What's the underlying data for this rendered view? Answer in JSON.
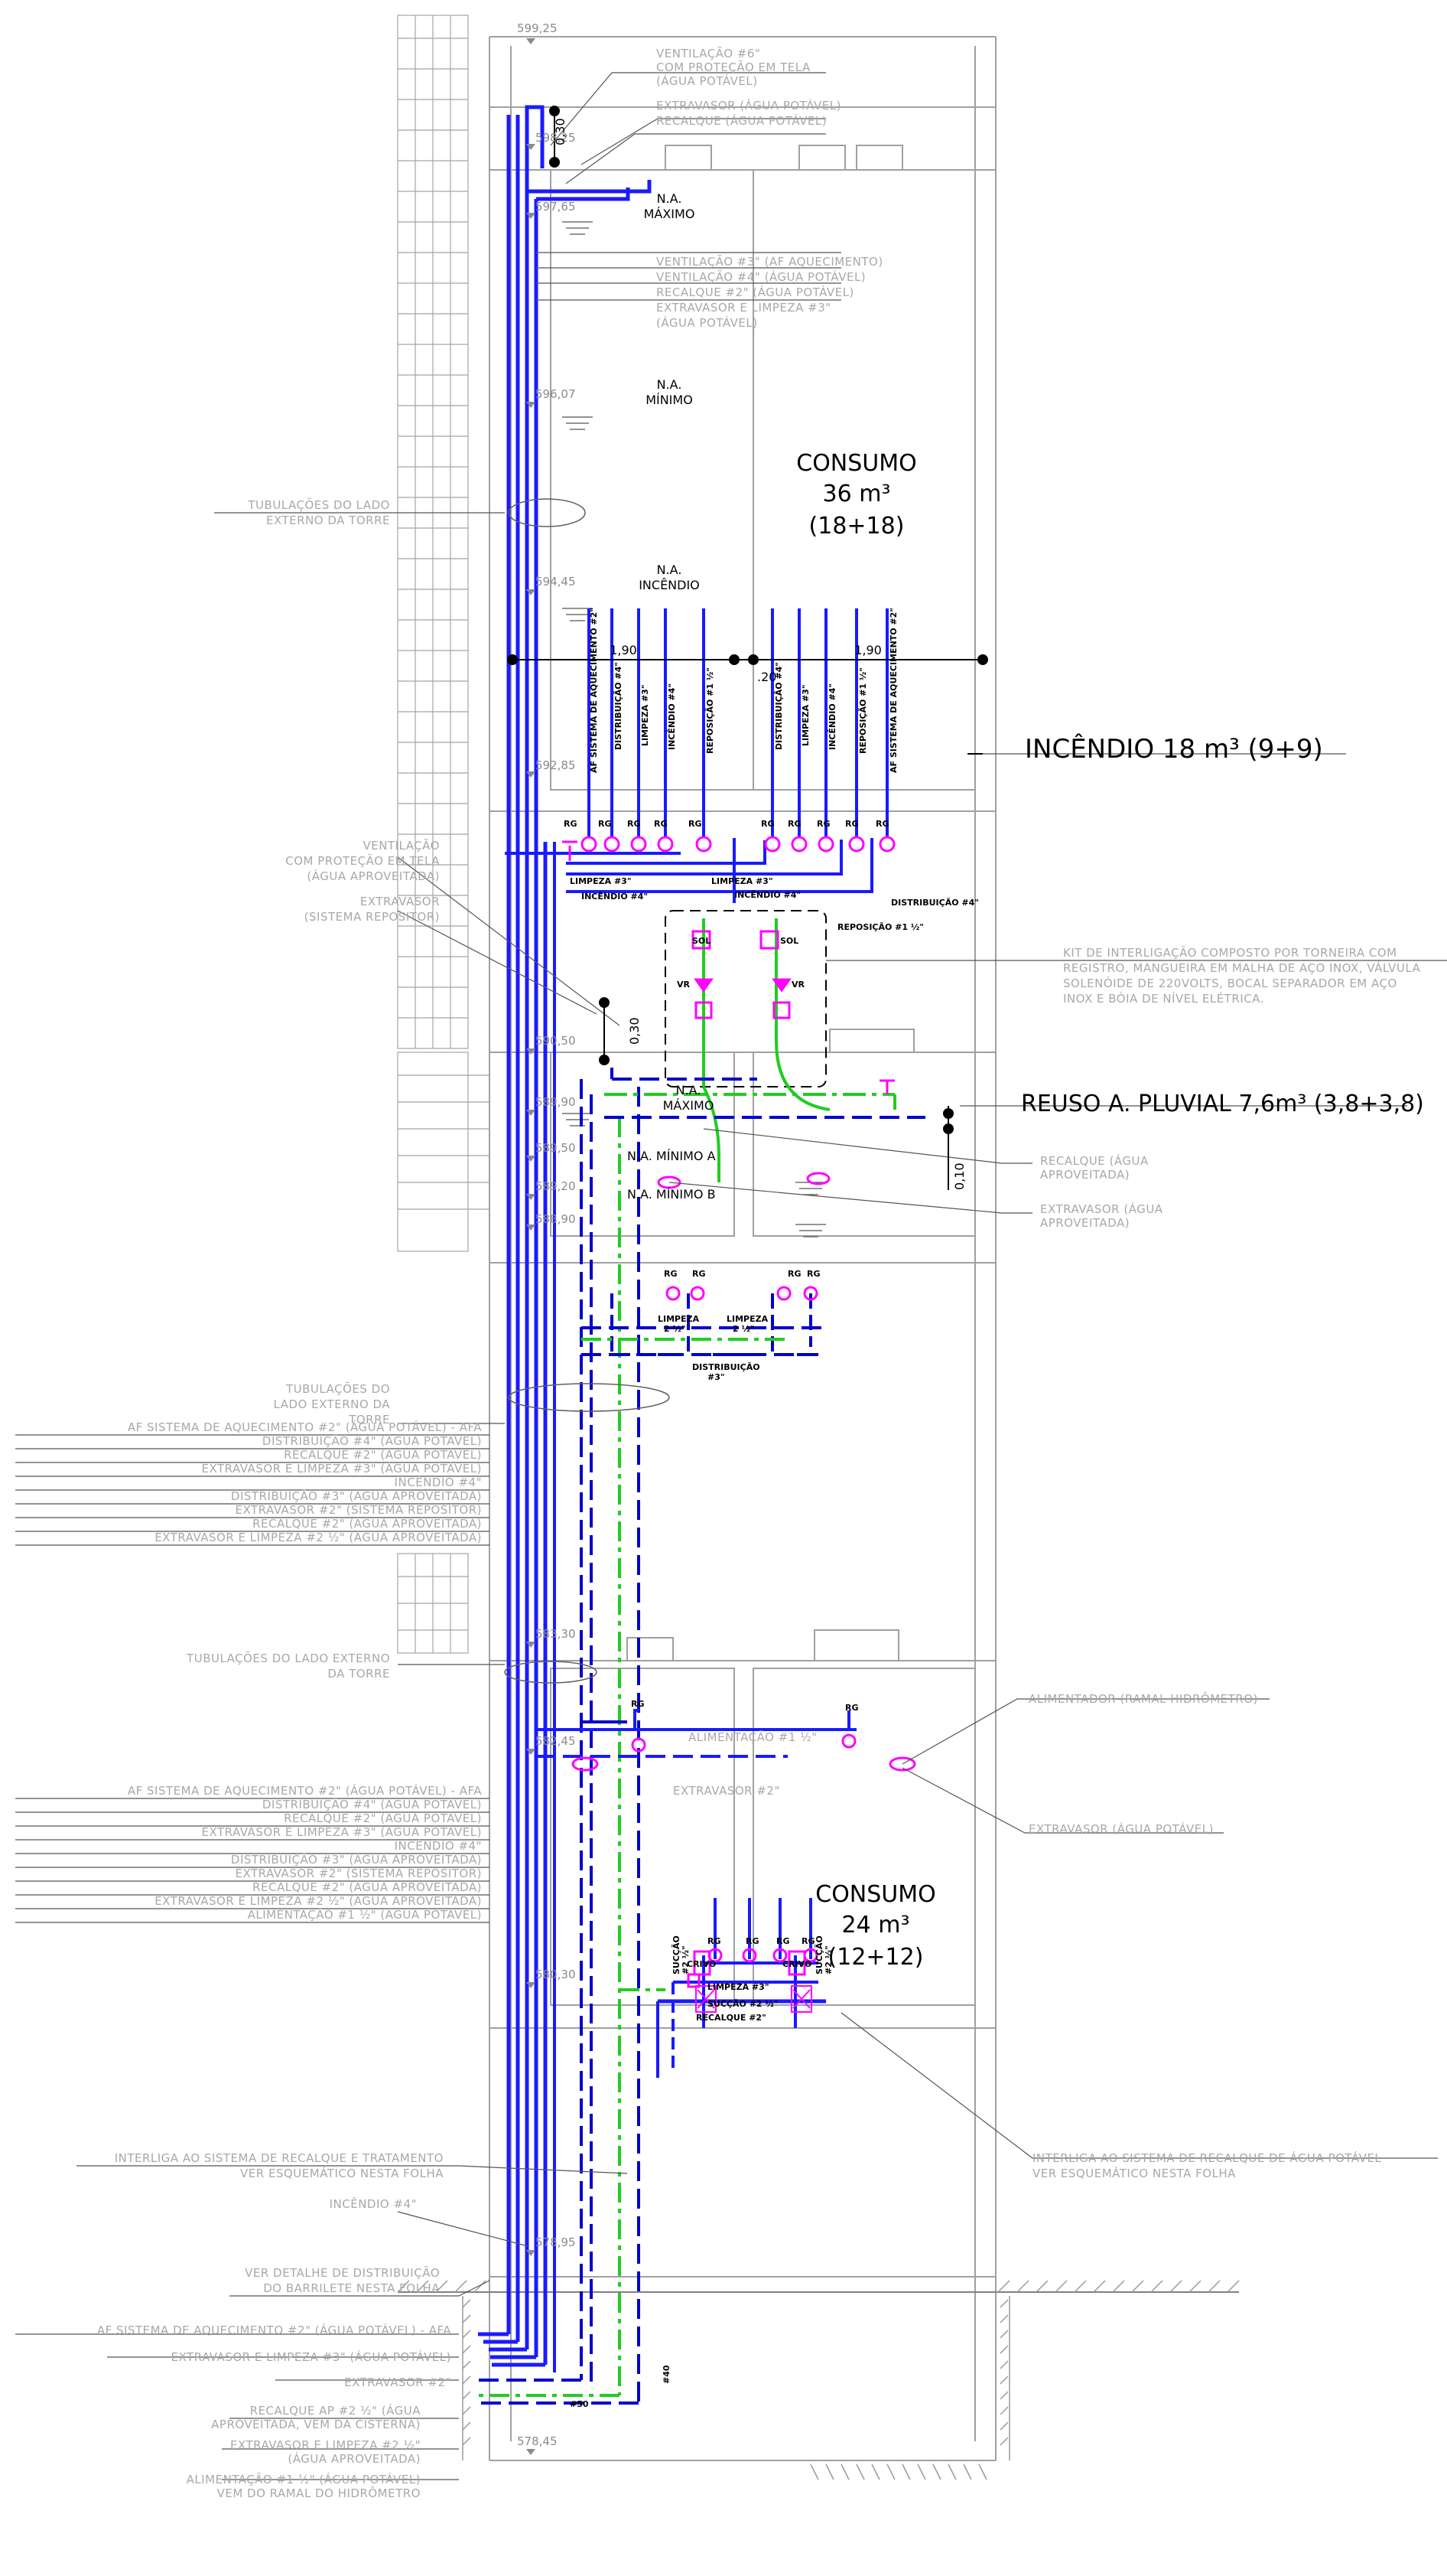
{
  "colors": {
    "potable": "#1a1aff",
    "reused": "#0000cc",
    "rain": "#22cc22",
    "valve": "#ff00ff",
    "wall": "#a0a0a0",
    "note": "#a8a8a8"
  },
  "levels": {
    "top": "599,25",
    "l2": "598,25",
    "l3": "597,65",
    "l4": "596,07",
    "l5": "594,45",
    "l6": "592,85",
    "l7": "590,50",
    "l8": "589,90",
    "l9": "589,50",
    "l10": "589,20",
    "l11": "588,90",
    "l12": "583,30",
    "l13": "582,45",
    "l14": "580,30",
    "l15": "578,95",
    "bottom": "578,45"
  },
  "water_levels": {
    "max1_a": "N.A.",
    "max1_b": "MÁXIMO",
    "min1_a": "N.A.",
    "min1_b": "MÍNIMO",
    "inc_a": "N.A.",
    "inc_b": "INCÊNDIO",
    "max2_a": "N.A.",
    "max2_b": "MÁXIMO",
    "minA": "N.A. MÍNIMO A",
    "minB": "N.A. MÍNIMO B"
  },
  "tanks": {
    "upper_title": "CONSUMO",
    "upper_volume": "36 m³",
    "upper_split": "(18+18)",
    "fire": "INCÊNDIO 18 m³ (9+9)",
    "reuse": "REUSO A. PLUVIAL 7,6m³ (3,8+3,8)",
    "lower_title": "CONSUMO",
    "lower_volume": "24 m³",
    "lower_split": "(12+12)"
  },
  "dimensions": {
    "d030_top": "0,30",
    "d190_left": "1,90",
    "d190_right": "1,90",
    "d020": ".20",
    "d030_mid": "0,30",
    "d010": "0,10"
  },
  "vertical_pipes": [
    "AF SISTEMA DE AQUECIMENTO #2\"",
    "DISTRIBUIÇÃO #4\"",
    "LIMPEZA #3\"",
    "INCÊNDIO #4\"",
    "REPOSIÇÃO #1 ½\"",
    "DISTRIBUIÇÃO #4\"",
    "LIMPEZA #3\"",
    "INCÊNDIO #4\"",
    "REPOSIÇÃO #1 ½\"",
    "AF SISTEMA DE AQUECIMENTO #2\""
  ],
  "small_labels": {
    "rg": "RG",
    "sol": "SOL",
    "vr": "VR",
    "crivo": "CRIVO",
    "limpeza3": "LIMPEZA #3\"",
    "limpeza3b": "LIMPEZA #3\"",
    "incendio4": "INCÊNDIO #4\"",
    "incendio4b": "INCÊNDIO #4\"",
    "distribuicao4": "DISTRIBUIÇÃO #4\"",
    "reposicao": "REPOSIÇÃO #1 ½\"",
    "limpeza_a1": "LIMPEZA",
    "limpeza_a2": "2 ½\"",
    "limpeza_b1": "LIMPEZA",
    "limpeza_b2": "2 ½\"",
    "distrib_a": "DISTRIBUIÇÃO",
    "distrib_b": "#3\"",
    "succao_l1": "SUCÇÃO",
    "succao_l2": "#2 ½\"",
    "succao_r1": "SUCÇÃO",
    "succao_r2": "#2 ½\"",
    "limpeza3c": "LIMPEZA #3\"",
    "succao25": "SUCÇÃO #2 ½\"",
    "recalque2": "RECALQUE #2\"",
    "n40": "#40",
    "n50": "#50"
  },
  "notes": {
    "vent6_1": "VENTILAÇÃO #6\"",
    "vent6_2": "COM PROTEÇÃO EM TELA",
    "vent6_3": "(ÁGUA POTÁVEL)",
    "extrav_1": "EXTRAVASOR (ÁGUA POTÁVEL)",
    "recalque_1": "RECALQUE (ÁGUA POTÁVEL)",
    "g1": "VENTILAÇÃO #3\" (AF AQUECIMENTO)",
    "g2": "VENTILAÇÃO #4\" (ÁGUA POTÁVEL)",
    "g3": "RECALQUE #2\" (ÁGUA POTÁVEL)",
    "g4": "EXTRAVASOR E LIMPEZA #3\"",
    "g5": "(ÁGUA POTÁVEL)",
    "tub1_1": "TUBULAÇÕES DO LADO",
    "tub1_2": "EXTERNO DA TORRE",
    "vent2_1": "VENTILAÇÃO",
    "vent2_2": "COM PROTEÇÃO EM TELA",
    "vent2_3": "(ÁGUA APROVEITADA)",
    "extrav2_1": "EXTRAVASOR",
    "extrav2_2": "(SISTEMA REPOSITOR)",
    "kit_1": "KIT DE INTERLIGAÇÃO COMPOSTO POR TORNEIRA COM",
    "kit_2": "REGISTRO, MANGUEIRA EM MALHA DE AÇO INOX, VÁLVULA",
    "kit_3": "SOLENÓIDE DE 220VOLTS, BOCAL SEPARADOR EM AÇO",
    "kit_4": "INOX E BÓIA DE NÍVEL ELÉTRICA.",
    "rec_ap_1": "RECALQUE (ÁGUA",
    "rec_ap_2": "APROVEITADA)",
    "ext_ap_1": "EXTRAVASOR (ÁGUA",
    "ext_ap_2": "APROVEITADA)",
    "tub2_1": "TUBULAÇÕES DO",
    "tub2_2": "LADO EXTERNO DA",
    "tub2_3": "TORRE",
    "tub3_1": "TUBULAÇÕES DO LADO EXTERNO",
    "tub3_2": "DA TORRE",
    "alim_ramal": "ALIMENTADOR (RAMAL HIDRÔMETRO)",
    "alim_1": "ALIMENTAÇÃO #1 ½\"",
    "extrav_2": "EXTRAVASOR #2\"",
    "extrav_pot": "EXTRAVASOR (ÁGUA POTÁVEL)",
    "interl_1": "INTERLIGA AO SISTEMA DE RECALQUE E TRATAMENTO",
    "interl_2": "VER ESQUEMÁTICO NESTA FOLHA",
    "interl_r1": "INTERLIGA AO SISTEMA DE RECALQUE DE ÁGUA POTÁVEL",
    "interl_r2": "VER ESQUEMÁTICO NESTA FOLHA",
    "inc4": "INCÊNDIO #4\"",
    "detalhe_1": "VER DETALHE DE DISTRIBUIÇÃO",
    "detalhe_2": "DO BARRILETE NESTA FOLHA",
    "b1": "AF SISTEMA DE AQUECIMENTO #2\" (ÁGUA POTÁVEL) - AFA",
    "b2": "EXTRAVASOR E LIMPEZA #3\" (ÁGUA POTÁVEL)",
    "b3": "EXTRAVASOR #2\"",
    "b4": "RECALQUE AP #2 ½\" (ÁGUA",
    "b5": "APROVEITADA, VEM DA CISTERNA)",
    "b6": "EXTRAVASOR E LIMPEZA #2 ½\"",
    "b7": "(ÁGUA APROVEITADA)",
    "b8": "ALIMENTAÇÃO #1 ½\" (ÁGUA POTÁVEL)",
    "b9": "VEM DO RAMAL DO HIDRÔMETRO"
  },
  "list1": [
    "AF SISTEMA DE AQUECIMENTO #2\" (ÁGUA POTÁVEL) - AFA",
    "DISTRIBUIÇÃO #4\" (ÁGUA POTÁVEL)",
    "RECALQUE #2\" (ÁGUA POTÁVEL)",
    "EXTRAVASOR E LIMPEZA #3\" (ÁGUA POTÁVEL)",
    "INCÊNDIO #4\"",
    "DISTRIBUIÇÃO #3\" (ÁGUA APROVEITADA)",
    "EXTRAVASOR #2\" (SISTEMA REPOSITOR)",
    "RECALQUE #2\" (ÁGUA APROVEITADA)",
    "EXTRAVASOR E LIMPEZA #2 ½\" (ÁGUA APROVEITADA)"
  ],
  "list2": [
    "AF SISTEMA DE AQUECIMENTO #2\" (ÁGUA POTÁVEL) - AFA",
    "DISTRIBUIÇÃO #4\" (ÁGUA POTÁVEL)",
    "RECALQUE #2\" (ÁGUA POTÁVEL)",
    "EXTRAVASOR E LIMPEZA #3\" (ÁGUA POTÁVEL)",
    "INCÊNDIO #4\"",
    "DISTRIBUIÇÃO #3\" (ÁGUA APROVEITADA)",
    "EXTRAVASOR #2\" (SISTEMA REPOSITOR)",
    "RECALQUE #2\" (ÁGUA APROVEITADA)",
    "EXTRAVASOR E LIMPEZA #2 ½\" (ÁGUA APROVEITADA)",
    "ALIMENTAÇÃO #1 ½\" (ÁGUA POTÁVEL)"
  ]
}
